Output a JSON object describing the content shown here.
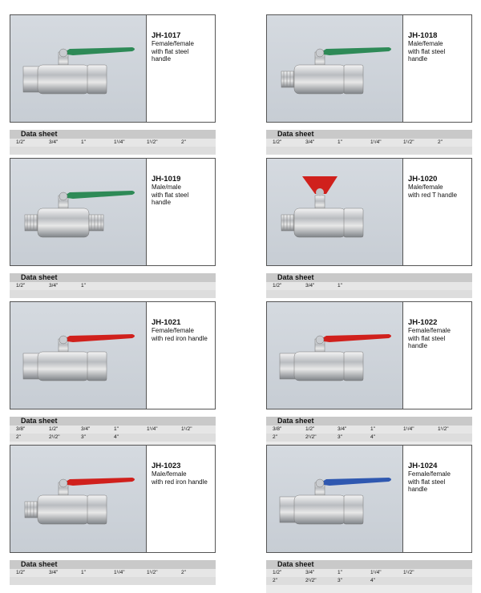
{
  "section_title": "Data sheet",
  "colors": {
    "green_handle": "#2e8a57",
    "red_handle": "#d0201c",
    "blue_handle": "#2f58b0"
  },
  "products": [
    {
      "model": "JH-1017",
      "desc": [
        "Female/female",
        "with flat steel",
        "handle"
      ],
      "handle": "green-lever",
      "body": "female-female",
      "sizes": [
        [
          "1/2\"",
          "3/4\"",
          "1\"",
          "1¹/4\"",
          "1¹/2\"",
          "2\""
        ]
      ]
    },
    {
      "model": "JH-1018",
      "desc": [
        "Male/female",
        "with flat steel",
        "handle"
      ],
      "handle": "green-lever",
      "body": "male-female",
      "sizes": [
        [
          "1/2\"",
          "3/4\"",
          "1\"",
          "1¹/4\"",
          "1¹/2\"",
          "2\""
        ]
      ]
    },
    {
      "model": "JH-1019",
      "desc": [
        "Male/male",
        "with flat steel",
        "handle"
      ],
      "handle": "green-lever",
      "body": "male-male",
      "sizes": [
        [
          "1/2\"",
          "3/4\"",
          "1\""
        ]
      ]
    },
    {
      "model": "JH-1020",
      "desc": [
        "Male/female",
        "with red T handle"
      ],
      "handle": "red-t",
      "body": "male-female",
      "sizes": [
        [
          "1/2\"",
          "3/4\"",
          "1\""
        ]
      ]
    },
    {
      "model": "JH-1021",
      "desc": [
        "Female/female",
        "with red iron handle"
      ],
      "handle": "red-lever",
      "body": "female-female",
      "sizes": [
        [
          "3/8\"",
          "1/2\"",
          "3/4\"",
          "1\"",
          "1¹/4\"",
          "1¹/2\""
        ],
        [
          "2\"",
          "2¹/2\"",
          "3\"",
          "4\""
        ]
      ]
    },
    {
      "model": "JH-1022",
      "desc": [
        "Female/female",
        "with flat steel",
        "handle"
      ],
      "handle": "red-lever",
      "body": "female-female",
      "sizes": [
        [
          "3/8\"",
          "1/2\"",
          "3/4\"",
          "1\"",
          "1¹/4\"",
          "1¹/2\""
        ],
        [
          "2\"",
          "2¹/2\"",
          "3\"",
          "4\""
        ]
      ]
    },
    {
      "model": "JH-1023",
      "desc": [
        "Male/female",
        "with red iron handle"
      ],
      "handle": "red-lever",
      "body": "male-female",
      "sizes": [
        [
          "1/2\"",
          "3/4\"",
          "1\"",
          "1¹/4\"",
          "1¹/2\"",
          "2\""
        ]
      ]
    },
    {
      "model": "JH-1024",
      "desc": [
        "Female/female",
        "with flat steel",
        "handle"
      ],
      "handle": "blue-lever",
      "body": "female-female",
      "sizes": [
        [
          "1/2\"",
          "3/4\"",
          "1\"",
          "1¹/4\"",
          "1¹/2\""
        ],
        [
          "2\"",
          "2¹/2\"",
          "3\"",
          "4\""
        ]
      ]
    }
  ]
}
